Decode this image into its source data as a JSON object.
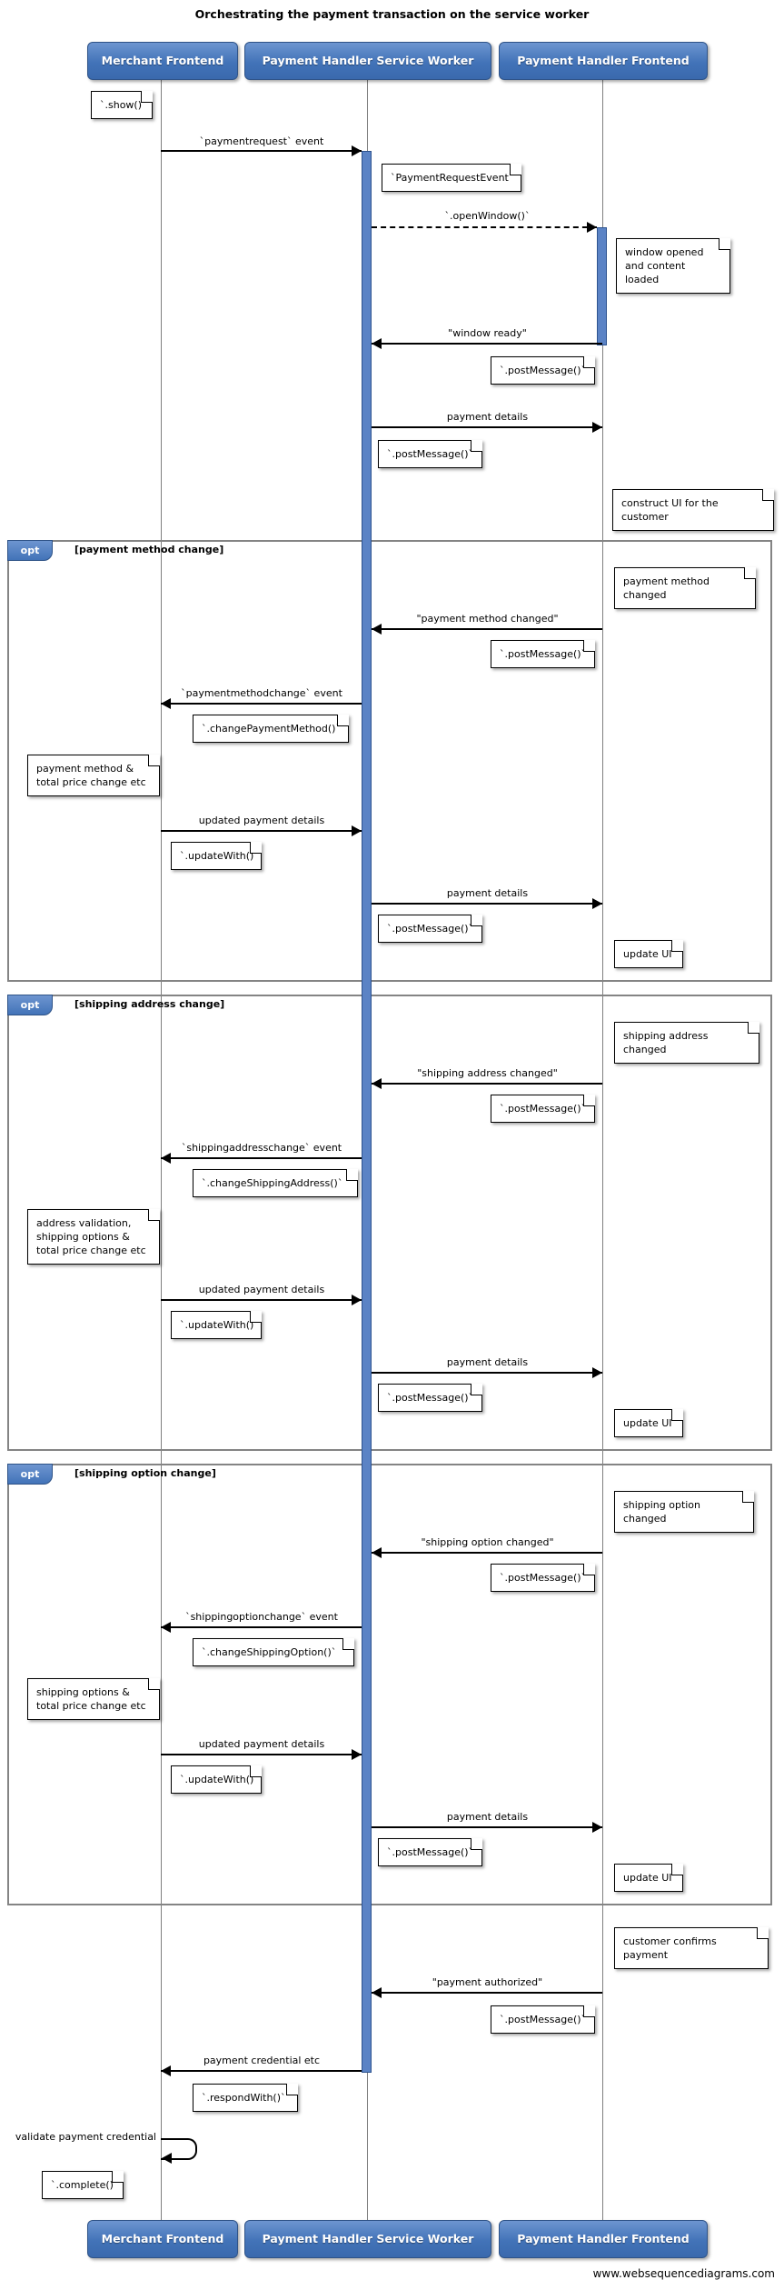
{
  "diagram": {
    "title": "Orchestrating the payment transaction on the service worker",
    "watermark": "www.websequencediagrams.com"
  },
  "colors": {
    "participant_blue": "#4d7ec0",
    "activation_blue": "#5b83c5",
    "frame_gray": "#848484"
  },
  "participants": [
    {
      "label": "Merchant Frontend"
    },
    {
      "label": "Payment Handler Service Worker"
    },
    {
      "label": "Payment Handler Frontend"
    }
  ],
  "fragments": [
    {
      "keyword": "opt",
      "condition": "[payment method change]"
    },
    {
      "keyword": "opt",
      "condition": "[shipping address change]"
    },
    {
      "keyword": "opt",
      "condition": "[shipping option change]"
    }
  ],
  "messages": {
    "payment_request": "`paymentrequest` event",
    "open_window": "`.openWindow()`",
    "window_ready": "\"window ready\"",
    "payment_details": "payment details",
    "payment_method_changed": "\"payment method changed\"",
    "payment_method_change_event": "`paymentmethodchange` event",
    "updated_payment_details": "updated payment details",
    "shipping_address_changed": "\"shipping address changed\"",
    "shipping_address_change_event": "`shippingaddresschange` event",
    "shipping_option_changed": "\"shipping option changed\"",
    "shipping_option_change_event": "`shippingoptionchange` event",
    "payment_authorized": "\"payment authorized\"",
    "payment_credential": "payment credential etc",
    "validate_payment_credential": "validate payment credential"
  },
  "notes": {
    "show": "`.show()`",
    "payment_request_event": "`PaymentRequestEvent`",
    "window_opened": "window opened\nand content loaded",
    "post_message": "`.postMessage()`",
    "construct_ui": "construct UI for the customer",
    "payment_method_changed": "payment method changed",
    "change_payment_method": "`.changePaymentMethod()`",
    "payment_method_total": "payment method &\ntotal price change etc",
    "update_with": "`.updateWith()`",
    "update_ui": "update UI",
    "shipping_address_changed": "shipping address changed",
    "change_shipping_address": "`.changeShippingAddress()`",
    "address_validation": "address validation,\nshipping options &\ntotal price change etc",
    "shipping_option_changed": "shipping option changed",
    "change_shipping_option": "`.changeShippingOption()`",
    "shipping_options_total": "shipping options &\ntotal price change etc",
    "customer_confirms": "customer confirms payment",
    "respond_with": "`.respondWith()`",
    "complete": "`.complete()`"
  }
}
